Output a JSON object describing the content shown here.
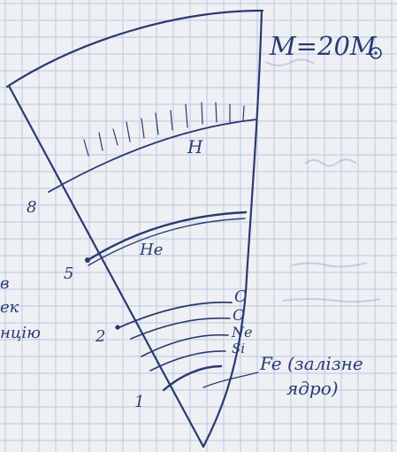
{
  "mass_label": "M=20M",
  "mass_symbol": "⊙",
  "layer_labels": {
    "h": "H",
    "he": "He",
    "c": "C",
    "o": "O",
    "ne": "Ne",
    "si": "Si",
    "fe_line1": "Fe (залізне",
    "fe_line2": "ядро)"
  },
  "axis_marks": [
    "8",
    "5",
    "2",
    "1"
  ],
  "margin_text": [
    "в",
    "ек",
    "нцію"
  ],
  "colors": {
    "paper": "#eef0f3",
    "grid": "#b8c8e6",
    "ink": "#2a3a6e"
  }
}
